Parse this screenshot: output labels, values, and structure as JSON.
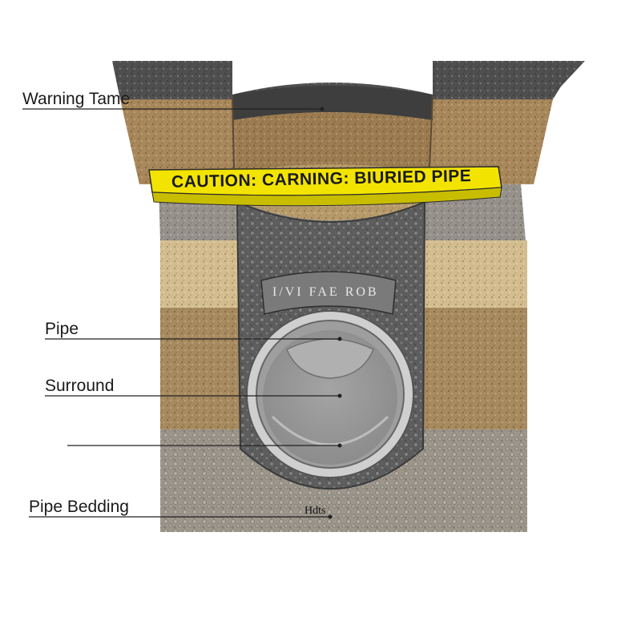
{
  "tape": {
    "text": "CAUTION: CARNING: BIURIED PIPE",
    "color": "#f3e400"
  },
  "labels": {
    "warning_tape": "Warning Tame",
    "pipe": "Pipe",
    "surround": "Surround",
    "unlabeled": "",
    "pipe_bedding": "Pipe Bedding"
  },
  "pipe_marking": {
    "text": "I/VI FAE ROB"
  },
  "bedding_marking": {
    "text": "Hdts"
  },
  "colors": {
    "asphalt": "#4a4a4a",
    "backfill": "#a88a5c",
    "sand": "#cdb88c",
    "gravel": "#8f8a80",
    "surround": "#6b6b6b",
    "bedding": "#9a948a",
    "pipe": "#b7b7b7"
  }
}
